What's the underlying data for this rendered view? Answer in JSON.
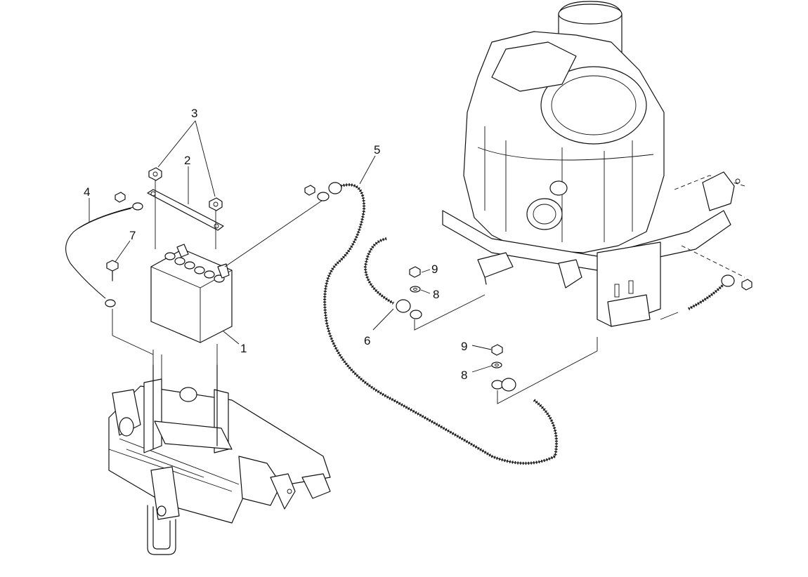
{
  "callouts": {
    "c1": "1",
    "c2": "2",
    "c3": "3",
    "c4": "4",
    "c5": "5",
    "c6": "6",
    "c7": "7",
    "c8a": "8",
    "c8b": "8",
    "c9a": "9",
    "c9b": "9"
  }
}
